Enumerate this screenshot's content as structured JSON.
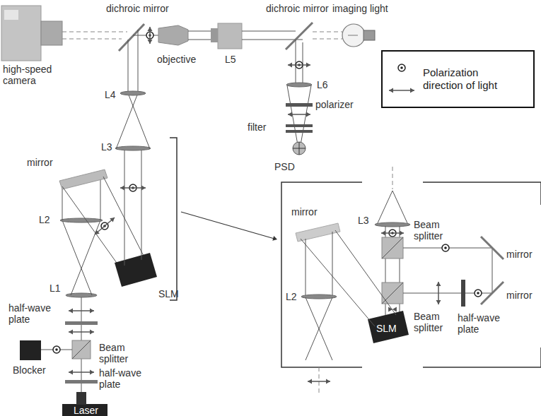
{
  "diagram": {
    "labels": [
      "high-speed camera",
      "dichroic mirror",
      "dichroic mirror",
      "imaging light",
      "objective",
      "L5",
      "L6",
      "L4",
      "polarizer",
      "filter",
      "PSD",
      "L3",
      "mirror",
      "L2",
      "SLM",
      "L1",
      "half-wave plate",
      "Beam splitter",
      "Blocker",
      "half-wave plate",
      "Laser",
      "L3",
      "Beam splitter",
      "mirror",
      "L2",
      "Beam splitter",
      "half-wave plate",
      "SLM",
      "mirror",
      "mirror"
    ],
    "legend": [
      {
        "text": "Polarization direction of light"
      }
    ]
  }
}
